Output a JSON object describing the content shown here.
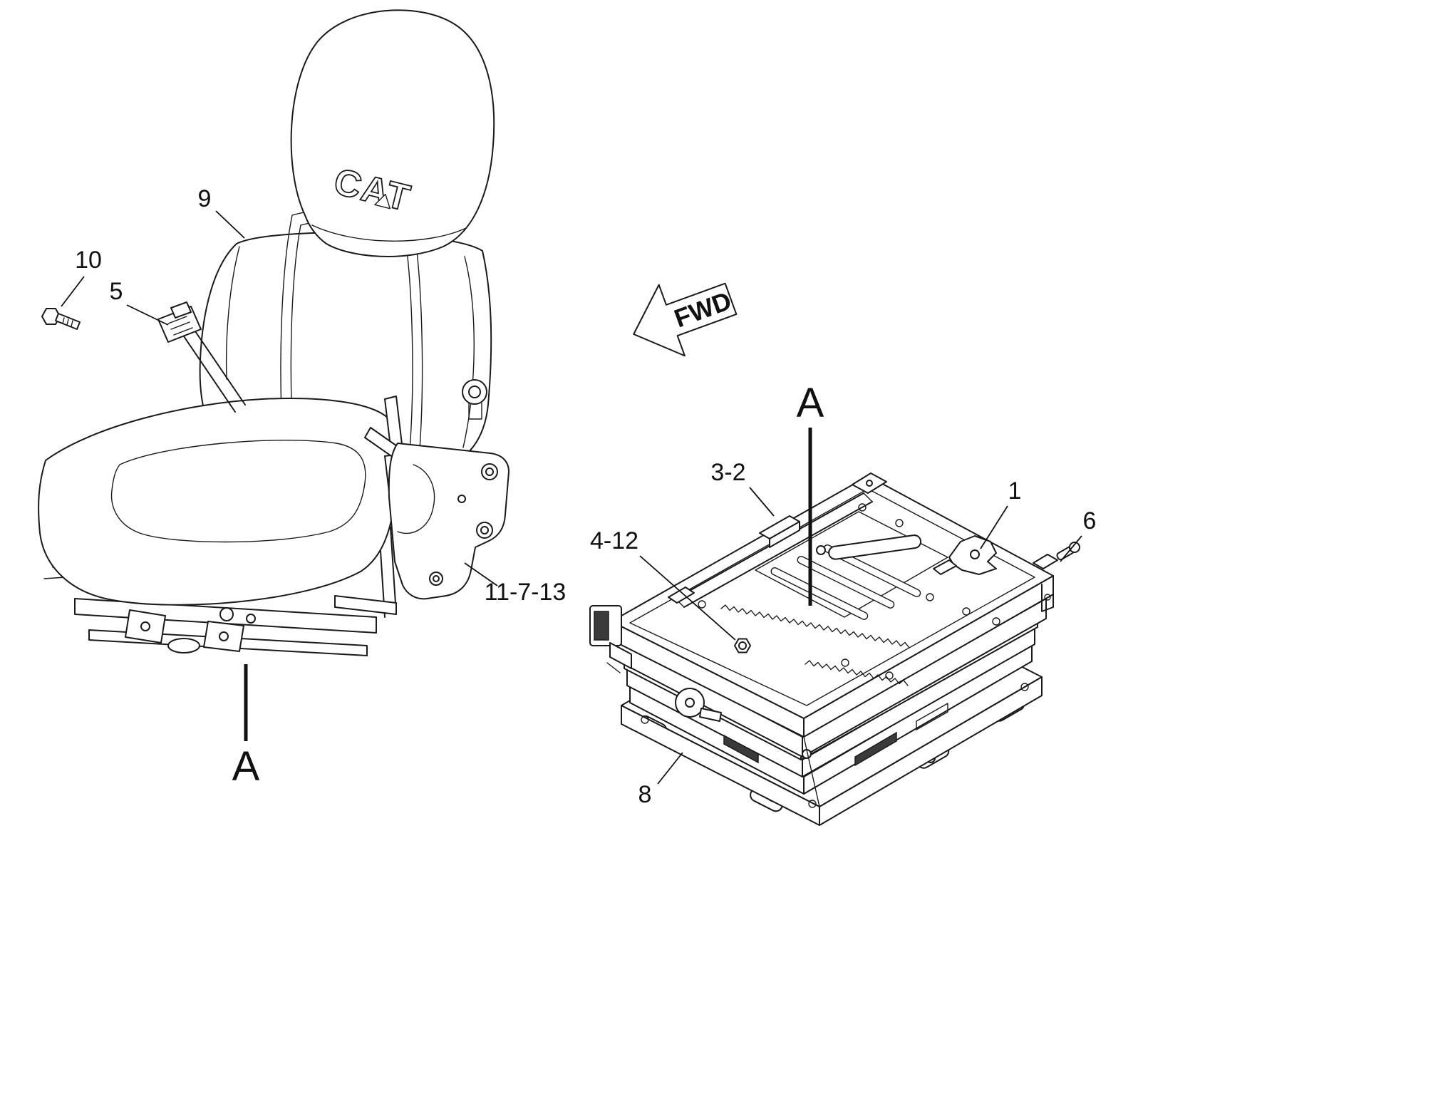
{
  "page": {
    "background": "#ffffff",
    "line_color": "#1a1a1a"
  },
  "seat_view": {
    "name": "seat-assembly-view",
    "logo_text": "CAT",
    "callout_9": "9",
    "callout_10": "10",
    "callout_5": "5",
    "callout_11_7_13": "11-7-13",
    "section_label": "A"
  },
  "suspension_view": {
    "name": "suspension-assembly-view",
    "fwd_label": "FWD",
    "callout_3_2": "3-2",
    "callout_4_12": "4-12",
    "callout_1": "1",
    "callout_6": "6",
    "callout_8": "8",
    "section_label": "A"
  }
}
